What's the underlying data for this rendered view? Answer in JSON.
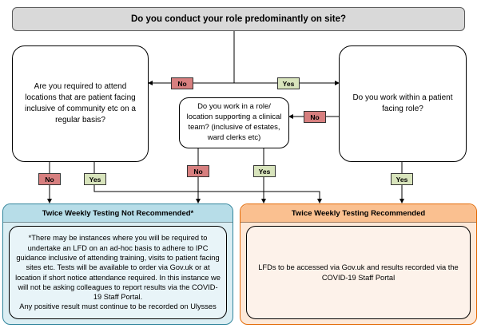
{
  "title_question": "Do you conduct your role predominantly on site?",
  "left_question": "Are you required to attend locations that are patient facing inclusive of community etc on a regular basis?",
  "right_question": "Do you work within a patient facing role?",
  "middle_question": "Do you work in a role/ location supporting a clinical team? (inclusive of estates, ward clerks etc)",
  "labels": {
    "no": "No",
    "yes": "Yes"
  },
  "not_recommended": {
    "header": "Twice Weekly Testing Not Recommended*",
    "body": "*There may be instances where you will be required to undertake an LFD on an ad-hoc basis to adhere to IPC guidance inclusive of attending training, visits to patient facing sites etc. Tests will be available to order via Gov.uk or at location if short notice attendance required. In this instance we will not be asking colleagues to report results via the COVID-19 Staff Portal.",
    "footer": "Any positive result must continue to be recorded on Ulysses"
  },
  "recommended": {
    "header": "Twice Weekly Testing Recommended",
    "body": "LFDs to be accessed via Gov.uk and results recorded via the COVID-19 Staff Portal"
  },
  "colors": {
    "no_tag": "#d77f7f",
    "yes_tag": "#d8e4bc",
    "not_recommended_panel": "#dbeef3",
    "recommended_panel": "#fde9d9"
  }
}
